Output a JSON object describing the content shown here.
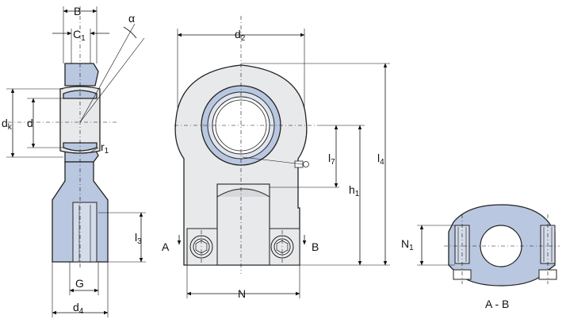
{
  "labels": {
    "B_top": "B",
    "C1_main": "C",
    "C1_sub": "1",
    "alpha": "α",
    "dk_main": "d",
    "dk_sub": "k",
    "d": "d",
    "r1_main": "r",
    "r1_sub": "1",
    "l3_main": "l",
    "l3_sub": "3",
    "G": "G",
    "d4_main": "d",
    "d4_sub": "4",
    "d2_main": "d",
    "d2_sub": "2",
    "l7_main": "l",
    "l7_sub": "7",
    "h1_main": "h",
    "h1_sub": "1",
    "l4_main": "l",
    "l4_sub": "4",
    "A": "A",
    "B_right": "B",
    "N": "N",
    "N1_main": "N",
    "N1_sub": "1",
    "section": "A - B"
  },
  "colors": {
    "bearing_blue": "#b9c8e0",
    "housing_grey": "#e8e9eb",
    "line": "#111111"
  }
}
